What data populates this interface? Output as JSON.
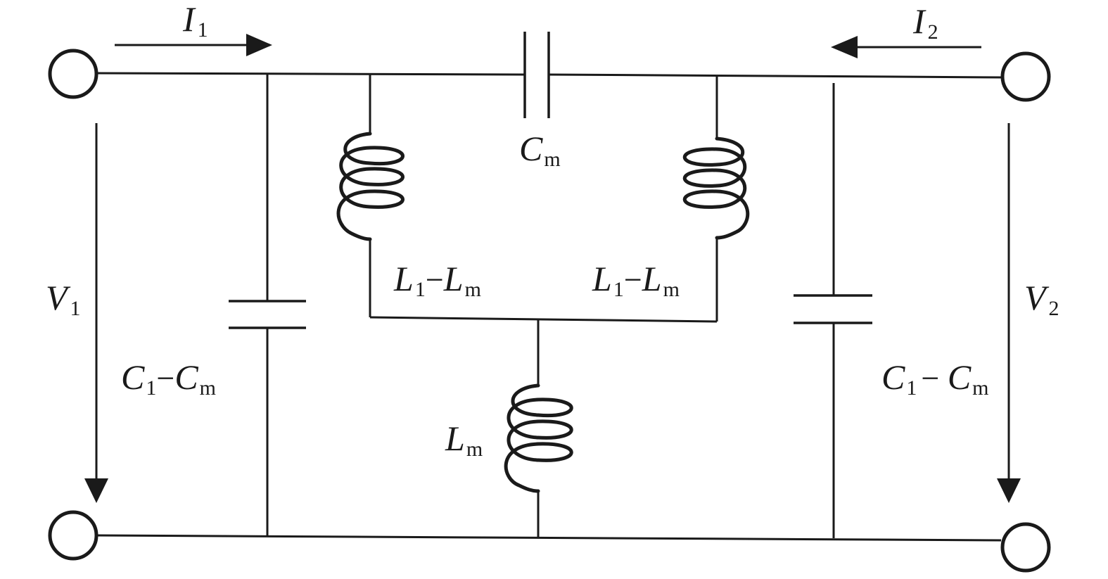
{
  "labels": {
    "i1": {
      "main": "I",
      "sub": "1"
    },
    "i2": {
      "main": "I",
      "sub": "2"
    },
    "v1": {
      "main": "V",
      "sub": "1"
    },
    "v2": {
      "main": "V",
      "sub": "2"
    },
    "cm": {
      "main": "C",
      "sub": "m"
    },
    "lm": {
      "main": "L",
      "sub": "m"
    },
    "l_left": {
      "a": "L",
      "a_sub": "1",
      "op": "−",
      "b": "L",
      "b_sub": "m"
    },
    "l_right": {
      "a": "L",
      "a_sub": "1",
      "op": "−",
      "b": "L",
      "b_sub": "m"
    },
    "c_left": {
      "a": "C",
      "a_sub": "1",
      "op": "−",
      "b": "C",
      "b_sub": "m"
    },
    "c_right": {
      "a": "C",
      "a_sub": "1",
      "op": "− ",
      "b": "C",
      "b_sub": "m"
    }
  },
  "colors": {
    "ink": "#1a1a1a",
    "background": "#ffffff"
  }
}
